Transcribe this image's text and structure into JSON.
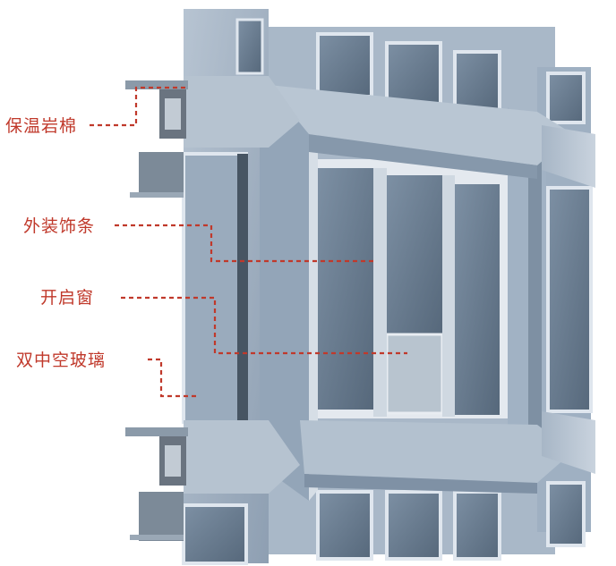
{
  "labels": {
    "insulation": "保温岩棉",
    "trim": "外装饰条",
    "operable_window": "开启窗",
    "double_glazing": "双中空玻璃"
  },
  "colors": {
    "leader": "#c0392b",
    "frame": "#9fb0c3",
    "frame_dark": "#5d6a78",
    "glass": "#6f8296"
  }
}
